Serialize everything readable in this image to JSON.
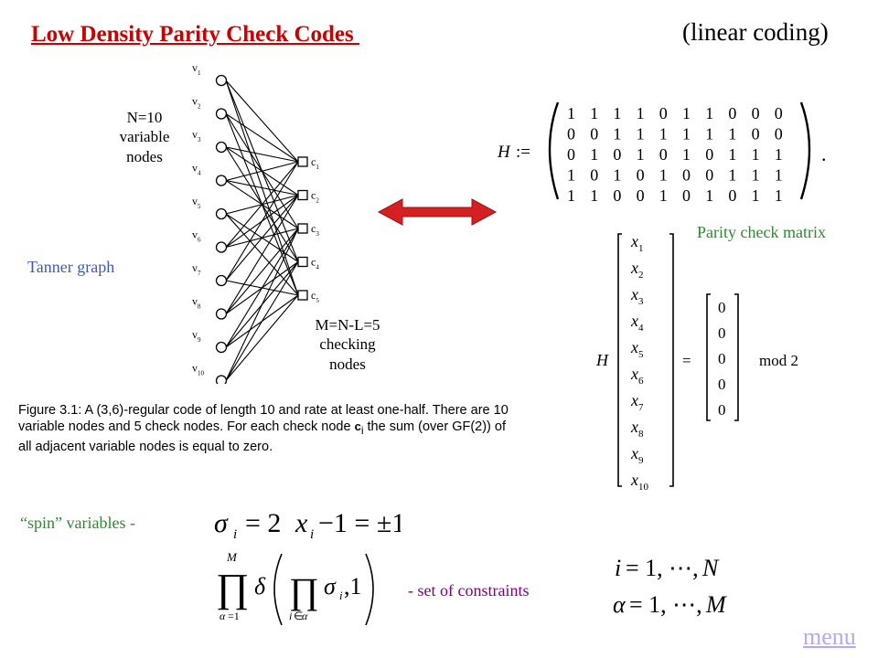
{
  "title": "Low Density Parity Check Codes ",
  "subtitle": "(linear coding)",
  "variable_nodes_label": [
    "N=10",
    "variable",
    "nodes"
  ],
  "check_nodes_label": [
    "M=N-L=5",
    "checking",
    "nodes"
  ],
  "tanner_graph_label": "Tanner graph",
  "parity_check_label": "Parity check matrix",
  "graph": {
    "variable_nodes": [
      "v1",
      "v2",
      "v3",
      "v4",
      "v5",
      "v6",
      "v7",
      "v8",
      "v9",
      "v10"
    ],
    "check_nodes": [
      "c1",
      "c2",
      "c3",
      "c4",
      "c5"
    ]
  },
  "matrix": {
    "name": "H",
    "assign": ":=",
    "rows": [
      [
        "1",
        "1",
        "1",
        "1",
        "0",
        "1",
        "1",
        "0",
        "0",
        "0"
      ],
      [
        "0",
        "0",
        "1",
        "1",
        "1",
        "1",
        "1",
        "1",
        "0",
        "0"
      ],
      [
        "0",
        "1",
        "0",
        "1",
        "0",
        "1",
        "0",
        "1",
        "1",
        "1"
      ],
      [
        "1",
        "0",
        "1",
        "0",
        "1",
        "0",
        "0",
        "1",
        "1",
        "1"
      ],
      [
        "1",
        "1",
        "0",
        "0",
        "1",
        "0",
        "1",
        "0",
        "1",
        "1"
      ]
    ]
  },
  "equation": {
    "lhs": "H",
    "x_vector": [
      "x1",
      "x2",
      "x3",
      "x4",
      "x5",
      "x6",
      "x7",
      "x8",
      "x9",
      "x10"
    ],
    "equals": "=",
    "zero_vector": [
      "0",
      "0",
      "0",
      "0",
      "0"
    ],
    "mod": "mod 2"
  },
  "caption": {
    "part1": "Figure 3.1:  A (3,6)-regular code of length 10 and rate at least one-half.  There are 10 variable nodes and 5 check nodes.  For each check node ",
    "check_symbol": "c",
    "check_sub": "i",
    "part2": " the sum (over GF(2)) of all adjacent variable nodes is equal to zero."
  },
  "spin_label": "“spin” variables -",
  "constraints_label": "- set of constraints",
  "formulas": {
    "spin": "σ_i = 2x_i − 1 = ±1",
    "product": "∏_{α=1}^{M} δ( ∏_{i∈α} σ_i , 1 )",
    "index_i": "i = 1, ⋯, N",
    "index_alpha": "α = 1, ⋯, M"
  },
  "menu_label": "menu",
  "colors": {
    "title": "#cc0000",
    "tanner": "#3b5bbf",
    "green": "#2e8b2e",
    "purple": "#800080",
    "arrow": "#d42020",
    "menu": "#b8a8f0"
  }
}
